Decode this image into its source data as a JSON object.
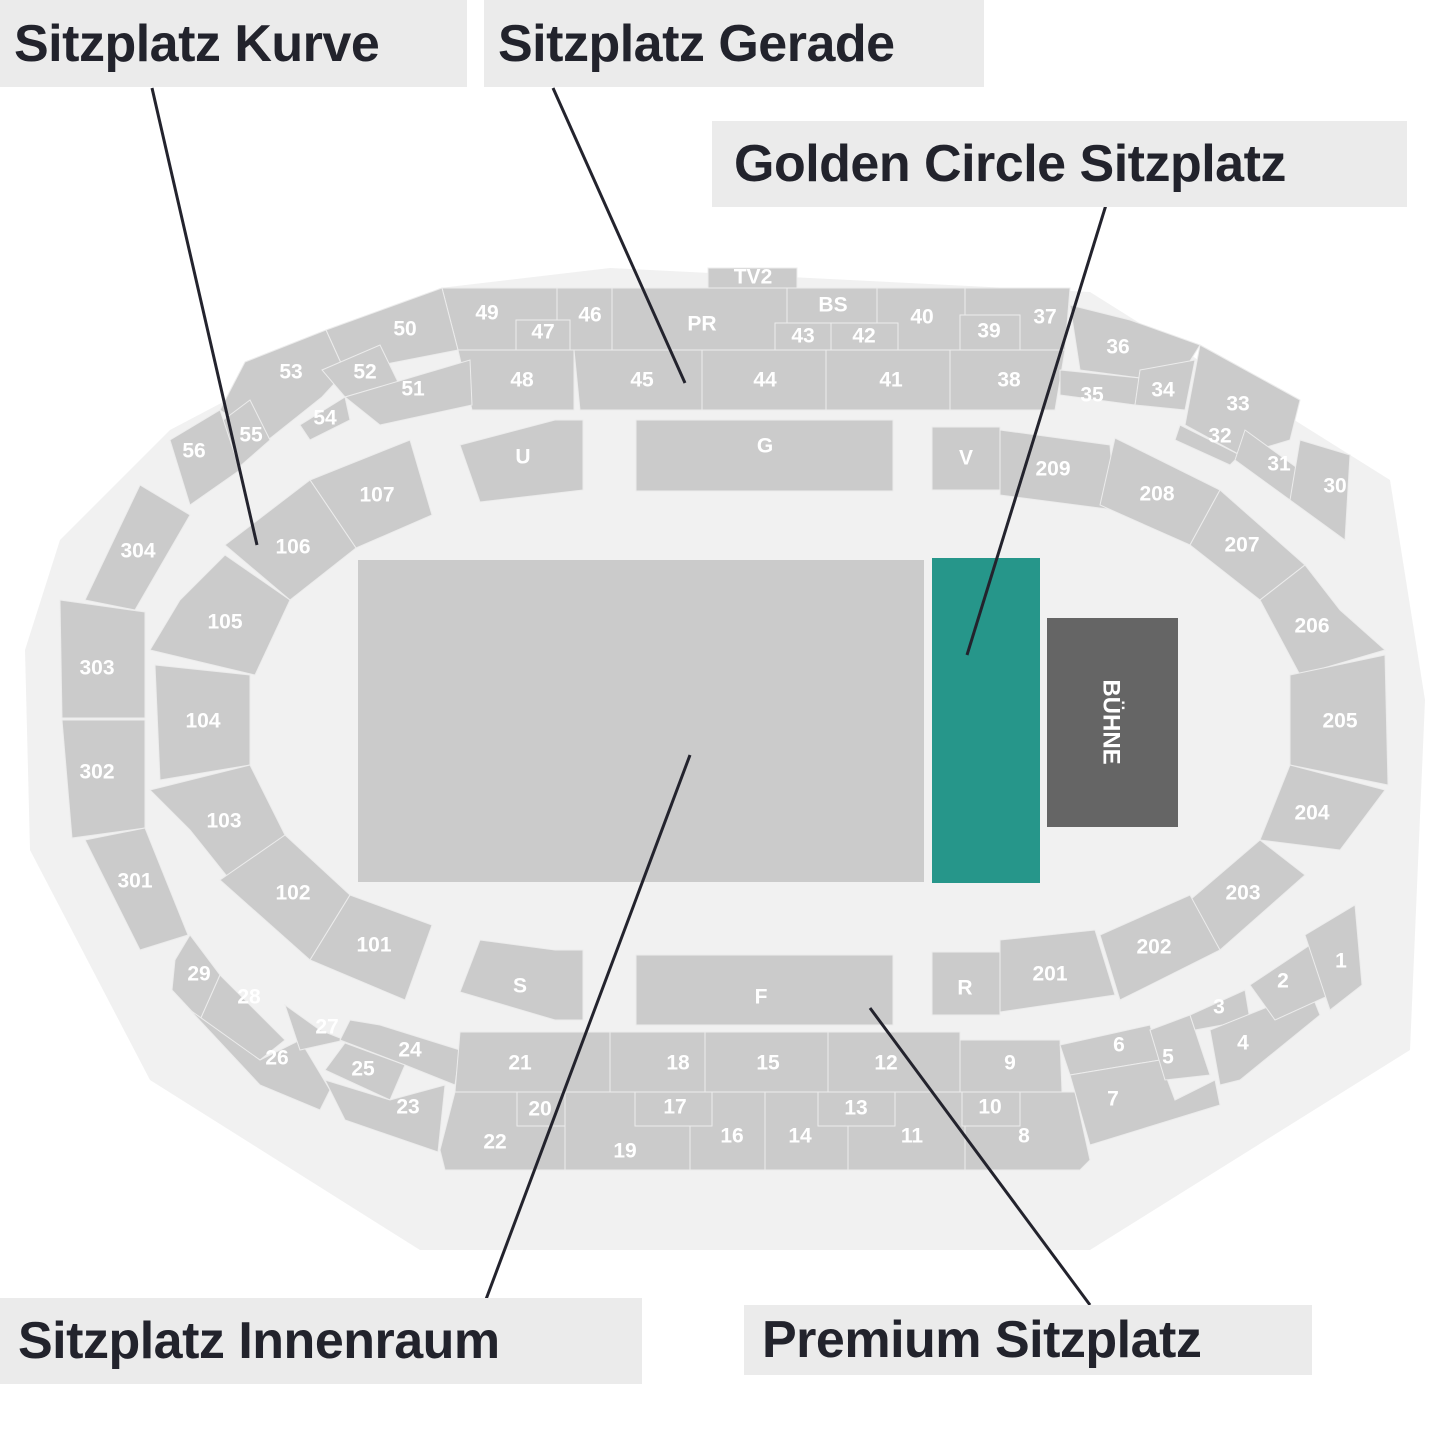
{
  "callouts": {
    "kurve": "Sitzplatz Kurve",
    "gerade": "Sitzplatz Gerade",
    "golden_circle": "Golden Circle Sitzplatz",
    "innenraum": "Sitzplatz Innenraum",
    "premium": "Premium Sitzplatz"
  },
  "stage_label": "BÜHNE",
  "sections": [
    "TV2",
    "49",
    "47",
    "46",
    "PR",
    "BS",
    "43",
    "42",
    "40",
    "39",
    "37",
    "48",
    "45",
    "44",
    "41",
    "38",
    "50",
    "53",
    "52",
    "51",
    "54",
    "55",
    "56",
    "36",
    "35",
    "34",
    "33",
    "32",
    "31",
    "30",
    "107",
    "106",
    "105",
    "104",
    "103",
    "102",
    "101",
    "209",
    "208",
    "207",
    "206",
    "205",
    "204",
    "203",
    "202",
    "201",
    "304",
    "303",
    "302",
    "301",
    "U",
    "G",
    "V",
    "S",
    "F",
    "R",
    "29",
    "28",
    "26",
    "27",
    "24",
    "25",
    "23",
    "21",
    "18",
    "15",
    "12",
    "9",
    "22",
    "20",
    "19",
    "17",
    "16",
    "14",
    "13",
    "11",
    "10",
    "8",
    "6",
    "7",
    "5",
    "3",
    "4",
    "2",
    "1"
  ],
  "colors": {
    "section": "#cbcbcb",
    "venue_background": "#f1f1f1",
    "golden_circle": "#26968a",
    "stage": "#656565",
    "callout_background": "#ebebeb",
    "callout_text": "#22232c"
  }
}
